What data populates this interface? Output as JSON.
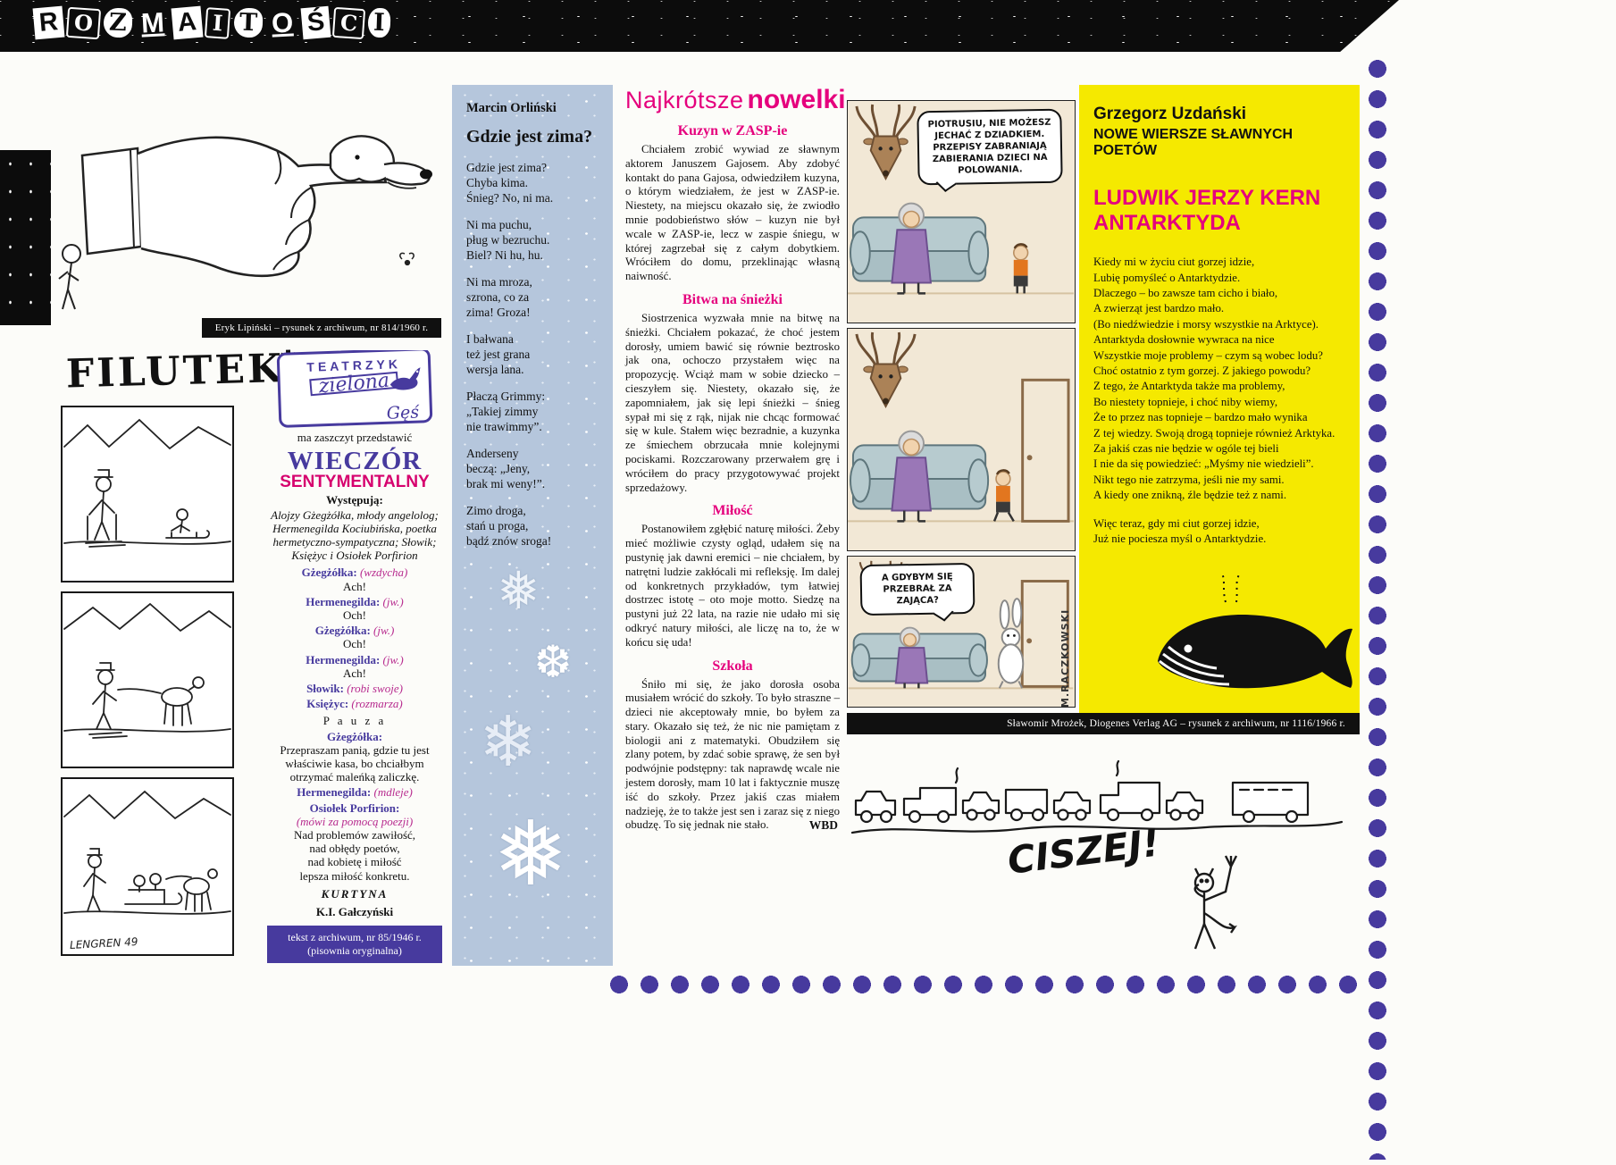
{
  "colors": {
    "purple": "#473a9e",
    "magenta": "#e5007d",
    "yellow": "#f5e900",
    "blue": "#b5c6dc",
    "black": "#0c0c0c"
  },
  "logo": {
    "letters": [
      "R",
      "O",
      "Z",
      "M",
      "A",
      "I",
      "T",
      "O",
      "Ś",
      "C",
      "I"
    ]
  },
  "hand_cartoon": {
    "caption": "Eryk Lipiński – rysunek z archiwum, nr 814/1960 r."
  },
  "filutek": {
    "title": "FILUTEK",
    "star": "✱",
    "signature": "LENGREN 49"
  },
  "theater": {
    "badge_top": "TEATRZYK",
    "badge_mid": "zielona",
    "badge_bottom": "Gęś",
    "intro": "ma zaszczyt przedstawić",
    "title_line1": "WIECZÓR",
    "title_line2": "SENTYMENTALNY",
    "cast_label": "Występują:",
    "cast": "Alojzy Gżegżółka, młody angelolog; Hermenegilda Kociubińska, poetka hermetyczno-sympatyczna; Słowik; Księżyc i Osiołek Porfirion",
    "lines": [
      {
        "who": "Gżegżółka:",
        "dir": " (wzdycha)",
        "text": "Ach!"
      },
      {
        "who": "Hermenegilda:",
        "dir": " (jw.)",
        "text": "Och!"
      },
      {
        "who": "Gżegżółka:",
        "dir": " (jw.)",
        "text": "Och!"
      },
      {
        "who": "Hermenegilda:",
        "dir": " (jw.)",
        "text": "Ach!"
      },
      {
        "who": "Słowik:",
        "dir": " (robi swoje)",
        "text": ""
      },
      {
        "who": "Księżyc:",
        "dir": " (rozmarza)",
        "text": ""
      }
    ],
    "pause": "P a u z a",
    "kasa_who": "Gżegżółka:",
    "kasa_text": "Przepraszam panią, gdzie tu jest właściwie kasa, bo chciałbym otrzymać maleńką zaliczkę.",
    "mdleje_who": "Hermenegilda:",
    "mdleje_dir": " (mdleje)",
    "osiolek_who": "Osiołek Porfirion:",
    "osiolek_dir": "(mówi za pomocą poezji)",
    "osiolek_text": "Nad problemów zawiłość,\nnad obłędy poetów,\nnad kobietę i miłość\nlepsza miłość konkretu.",
    "curtain": "KURTYNA",
    "author": "K.I. Gałczyński",
    "footer": "tekst z archiwum, nr 85/1946 r.\n(pisownia oryginalna)"
  },
  "winter_poem": {
    "author": "Marcin Orliński",
    "title": "Gdzie jest zima?",
    "stanzas": [
      "Gdzie jest zima?\nChyba kima.\nŚnieg? No, ni ma.",
      "Ni ma puchu,\npług w bezruchu.\nBiel? Ni hu, hu.",
      "Ni ma mroza,\nszrona, co za\nzima! Groza!",
      "I bałwana\nteż jest grana\nwersja lana.",
      "Płaczą Grimmy:\n„Takiej zimmy\nnie trawimmy”.",
      "Anderseny\nbeczą: „Jeny,\nbrak mi weny!”.",
      "Zimo droga,\nstań u proga,\nbądź znów sroga!"
    ],
    "snowflakes": [
      "❅",
      "❆",
      "❄",
      "❅"
    ]
  },
  "novellas": {
    "title_light": "Najkrótsze",
    "title_bold": "nowelki",
    "sections": [
      {
        "head": "Kuzyn w ZASP-ie",
        "body": "Chciałem zrobić wywiad ze sławnym aktorem Januszem Gajosem. Aby zdobyć kontakt do pana Gajosa, odwiedziłem kuzyna, o którym wiedziałem, że jest w ZASP-ie. Niestety, na miejscu okazało się, że zwiodło mnie podobieństwo słów – kuzyn nie był wcale w ZASP-ie, lecz w zaspie śniegu, w której zagrzebał się z całym dobytkiem. Wróciłem do domu, przeklinając własną naiwność."
      },
      {
        "head": "Bitwa na śnieżki",
        "body": "Siostrzenica wyzwała mnie na bitwę na śnieżki. Chciałem pokazać, że choć jestem dorosły, umiem bawić się równie beztrosko jak ona, ochoczo przystałem więc na propozycję. Wciąż mam w sobie dziecko – cieszyłem się. Niestety, okazało się, że zapomniałem, jak się lepi śnieżki – śnieg sypał mi się z rąk, nijak nie chcąc formować się w kule. Stałem więc bezradnie, a kuzynka ze śmiechem obrzucała mnie kolejnymi pociskami. Rozczarowany przerwałem grę i wróciłem do pracy przygotowywać projekt sprzedażowy."
      },
      {
        "head": "Miłość",
        "body": "Postanowiłem zgłębić naturę miłości. Żeby mieć możliwie czysty ogląd, udałem się na pustynię jak dawni eremici – nie chciałem, by natrętni ludzie zakłócali mi refleksję. Im dalej od konkretnych przykładów, tym łatwiej dostrzec istotę – oto moje motto. Siedzę na pustyni już 22 lata, na razie nie udało mi się odkryć natury miłości, ale liczę na to, że w końcu się uda!"
      },
      {
        "head": "Szkoła",
        "body": "Śniło mi się, że jako dorosła osoba musiałem wrócić do szkoły. To było straszne – dzieci nie akceptowały mnie, bo byłem za stary. Okazało się też, że nic nie pamiętam z biologii ani z matematyki. Obudziłem się zlany potem, by zdać sobie sprawę, że sen był podwójnie podstępny: tak naprawdę wcale nie jestem dorosły, mam 10 lat i faktycznie muszę iść do szkoły. Przez jakiś czas miałem nadzieję, że to także jest sen i zaraz się z niego obudzę. To się jednak nie stało."
      }
    ],
    "byline": "WBD"
  },
  "comic": {
    "bubble1": "PIOTRUSIU, NIE MOŻESZ JECHAĆ Z DZIADKIEM. PRZEPISY ZABRANIAJĄ ZABIERANIA DZIECI NA POLOWANIA.",
    "bubble3": "A GDYBYM SIĘ PRZEBRAŁ ZA ZAJĄCA?",
    "artist_signature": "M.RACZKOWSKI",
    "caption": "Sławomir Mrożek, Diogenes Verlag AG – rysunek z archiwum, nr 1116/1966 r."
  },
  "yellow_column": {
    "author": "Grzegorz Uzdański",
    "series": "NOWE WIERSZE SŁAWNYCH POETÓW",
    "poet": "LUDWIK JERZY KERN",
    "poem_title": "ANTARKTYDA",
    "stanza1": "Kiedy mi w życiu ciut gorzej idzie,\nLubię pomyśleć o Antarktydzie.\nDlaczego – bo zawsze tam cicho i biało,\nA zwierząt jest bardzo mało.\n(Bo niedźwiedzie i morsy wszystkie na Arktyce).\nAntarktyda dosłownie wywraca na nice\nWszystkie moje problemy – czym są wobec lodu?\nChoć ostatnio z tym gorzej. Z jakiego powodu?\nZ tego, że Antarktyda także ma problemy,\nBo niestety topnieje, i choć niby wiemy,\nŻe to przez nas topnieje – bardzo mało wynika\nZ tej wiedzy. Swoją drogą topnieje również Arktyka.\nZa jakiś czas nie będzie w ogóle tej bieli\nI nie da się powiedzieć: „Myśmy nie wiedzieli”.\nNikt tego nie zatrzyma, jeśli nie my sami.\nA kiedy one znikną, źle będzie też z nami.",
    "stanza2": "Więc teraz, gdy mi ciut gorzej idzie,\nJuż nie pociesza myśl o Antarktydzie."
  },
  "traffic_drawing": {
    "shout": "CISZEJ!"
  }
}
